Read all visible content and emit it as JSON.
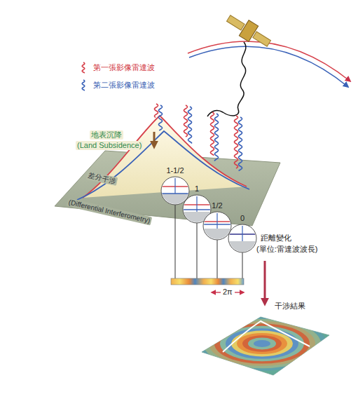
{
  "diagram": {
    "nodes": [
      {
        "text": [
          "1-1/2"
        ]
      },
      {
        "text": [
          "1"
        ]
      },
      {
        "text": [
          "1/2"
        ]
      },
      {
        "text": [
          "0"
        ]
      }
    ],
    "labels": [
      "地表沉降",
      "(Land Subsidence)",
      "差分干涉",
      "(Differential Interferometry)",
      "距離變化",
      "(單位:雷達波波長)",
      "2π",
      "干涉結果"
    ],
    "legend": [
      {
        "text": "第一張影像雷達波"
      },
      {
        "text": "第二張影像雷達波"
      }
    ]
  }
}
